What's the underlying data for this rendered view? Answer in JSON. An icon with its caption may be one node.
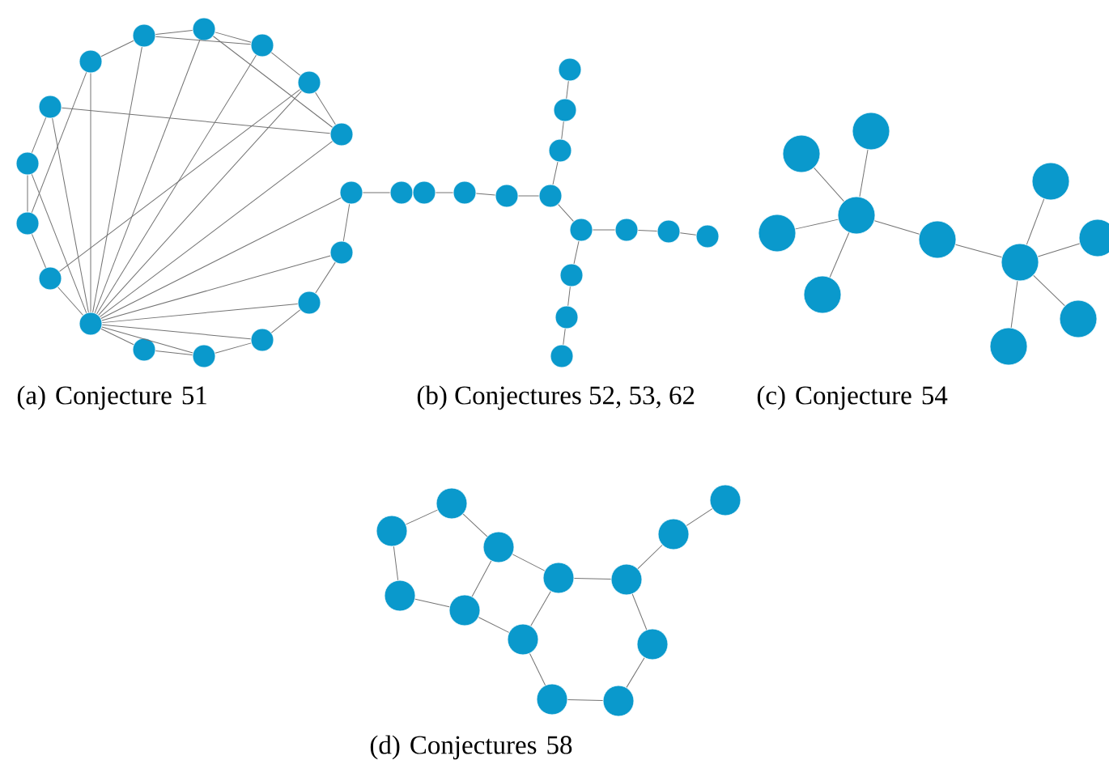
{
  "diagram": {
    "nodes": [
      {
        "text": [],
        "shape": "circle"
      },
      {
        "text": [],
        "shape": "circle"
      },
      {
        "text": [],
        "shape": "circle"
      },
      {
        "text": [],
        "shape": "circle"
      },
      {
        "text": [],
        "shape": "circle"
      },
      {
        "text": [],
        "shape": "circle"
      },
      {
        "text": [],
        "shape": "circle"
      },
      {
        "text": [],
        "shape": "circle"
      },
      {
        "text": [],
        "shape": "circle"
      },
      {
        "text": [],
        "shape": "circle"
      },
      {
        "text": [],
        "shape": "circle"
      },
      {
        "text": [],
        "shape": "circle"
      },
      {
        "text": [],
        "shape": "circle"
      },
      {
        "text": [],
        "shape": "circle"
      },
      {
        "text": [],
        "shape": "circle"
      },
      {
        "text": [],
        "shape": "circle"
      },
      {
        "text": [],
        "shape": "circle"
      },
      {
        "text": [],
        "shape": "circle"
      },
      {
        "text": [],
        "shape": "circle"
      },
      {
        "text": [],
        "shape": "circle"
      },
      {
        "text": [],
        "shape": "circle"
      },
      {
        "text": [],
        "shape": "circle"
      },
      {
        "text": [],
        "shape": "circle"
      },
      {
        "text": [],
        "shape": "circle"
      },
      {
        "text": [],
        "shape": "circle"
      },
      {
        "text": [],
        "shape": "circle"
      },
      {
        "text": [],
        "shape": "circle"
      },
      {
        "text": [],
        "shape": "circle"
      },
      {
        "text": [],
        "shape": "circle"
      },
      {
        "text": [],
        "shape": "circle"
      },
      {
        "text": [],
        "shape": "circle"
      },
      {
        "text": [],
        "shape": "circle"
      },
      {
        "text": [],
        "shape": "circle"
      },
      {
        "text": [],
        "shape": "circle"
      },
      {
        "text": [],
        "shape": "circle"
      },
      {
        "text": [],
        "shape": "circle"
      },
      {
        "text": [],
        "shape": "circle"
      },
      {
        "text": [],
        "shape": "circle"
      },
      {
        "text": [],
        "shape": "circle"
      },
      {
        "text": [],
        "shape": "circle"
      },
      {
        "text": [],
        "shape": "circle"
      },
      {
        "text": [],
        "shape": "circle"
      },
      {
        "text": [],
        "shape": "circle"
      },
      {
        "text": [],
        "shape": "circle"
      },
      {
        "text": [],
        "shape": "circle"
      },
      {
        "text": [],
        "shape": "circle"
      },
      {
        "text": [],
        "shape": "circle"
      },
      {
        "text": [],
        "shape": "circle"
      },
      {
        "text": [],
        "shape": "circle"
      },
      {
        "text": [],
        "shape": "circle"
      },
      {
        "text": [],
        "shape": "circle"
      },
      {
        "text": [],
        "shape": "circle"
      },
      {
        "text": [],
        "shape": "circle"
      },
      {
        "text": [],
        "shape": "circle"
      },
      {
        "text": [],
        "shape": "circle"
      },
      {
        "text": [],
        "shape": "circle"
      }
    ],
    "edges": [
      {
        "from": 16,
        "to": 0,
        "arrow": "none"
      },
      {
        "from": 0,
        "to": 1,
        "arrow": "none"
      },
      {
        "from": 1,
        "to": 2,
        "arrow": "none"
      },
      {
        "from": 0,
        "to": 2,
        "arrow": "none"
      },
      {
        "from": 1,
        "to": 4,
        "arrow": "none"
      },
      {
        "from": 2,
        "to": 3,
        "arrow": "none"
      },
      {
        "from": 3,
        "to": 4,
        "arrow": "none"
      },
      {
        "from": 15,
        "to": 4,
        "arrow": "none"
      },
      {
        "from": 5,
        "to": 6,
        "arrow": "none"
      },
      {
        "from": 6,
        "to": 7,
        "arrow": "none"
      },
      {
        "from": 7,
        "to": 8,
        "arrow": "none"
      },
      {
        "from": 8,
        "to": 9,
        "arrow": "none"
      },
      {
        "from": 9,
        "to": 10,
        "arrow": "none"
      },
      {
        "from": 10,
        "to": 11,
        "arrow": "none"
      },
      {
        "from": 11,
        "to": 12,
        "arrow": "none"
      },
      {
        "from": 12,
        "to": 13,
        "arrow": "none"
      },
      {
        "from": 13,
        "to": 14,
        "arrow": "none"
      },
      {
        "from": 14,
        "to": 15,
        "arrow": "none"
      },
      {
        "from": 12,
        "to": 3,
        "arrow": "none"
      },
      {
        "from": 13,
        "to": 16,
        "arrow": "none"
      },
      {
        "from": 11,
        "to": 16,
        "arrow": "none"
      },
      {
        "from": 11,
        "to": 0,
        "arrow": "none"
      },
      {
        "from": 11,
        "to": 1,
        "arrow": "none"
      },
      {
        "from": 11,
        "to": 2,
        "arrow": "none"
      },
      {
        "from": 11,
        "to": 3,
        "arrow": "none"
      },
      {
        "from": 11,
        "to": 4,
        "arrow": "none"
      },
      {
        "from": 11,
        "to": 5,
        "arrow": "none"
      },
      {
        "from": 11,
        "to": 6,
        "arrow": "none"
      },
      {
        "from": 11,
        "to": 7,
        "arrow": "none"
      },
      {
        "from": 11,
        "to": 8,
        "arrow": "none"
      },
      {
        "from": 11,
        "to": 9,
        "arrow": "none"
      },
      {
        "from": 11,
        "to": 14,
        "arrow": "none"
      },
      {
        "from": 11,
        "to": 15,
        "arrow": "none"
      },
      {
        "from": 5,
        "to": 17,
        "arrow": "none"
      },
      {
        "from": 18,
        "to": 19,
        "arrow": "none"
      },
      {
        "from": 19,
        "to": 20,
        "arrow": "none"
      },
      {
        "from": 20,
        "to": 21,
        "arrow": "none"
      },
      {
        "from": 21,
        "to": 24,
        "arrow": "none"
      },
      {
        "from": 24,
        "to": 23,
        "arrow": "none"
      },
      {
        "from": 23,
        "to": 22,
        "arrow": "none"
      },
      {
        "from": 21,
        "to": 25,
        "arrow": "none"
      },
      {
        "from": 25,
        "to": 26,
        "arrow": "none"
      },
      {
        "from": 26,
        "to": 27,
        "arrow": "none"
      },
      {
        "from": 27,
        "to": 28,
        "arrow": "none"
      },
      {
        "from": 25,
        "to": 29,
        "arrow": "none"
      },
      {
        "from": 29,
        "to": 30,
        "arrow": "none"
      },
      {
        "from": 30,
        "to": 31,
        "arrow": "none"
      },
      {
        "from": 34,
        "to": 32,
        "arrow": "none"
      },
      {
        "from": 34,
        "to": 33,
        "arrow": "none"
      },
      {
        "from": 34,
        "to": 35,
        "arrow": "none"
      },
      {
        "from": 34,
        "to": 36,
        "arrow": "none"
      },
      {
        "from": 34,
        "to": 37,
        "arrow": "none"
      },
      {
        "from": 37,
        "to": 39,
        "arrow": "none"
      },
      {
        "from": 39,
        "to": 38,
        "arrow": "none"
      },
      {
        "from": 39,
        "to": 40,
        "arrow": "none"
      },
      {
        "from": 39,
        "to": 41,
        "arrow": "none"
      },
      {
        "from": 39,
        "to": 42,
        "arrow": "none"
      },
      {
        "from": 43,
        "to": 44,
        "arrow": "none"
      },
      {
        "from": 44,
        "to": 45,
        "arrow": "none"
      },
      {
        "from": 43,
        "to": 50,
        "arrow": "none"
      },
      {
        "from": 50,
        "to": 51,
        "arrow": "none"
      },
      {
        "from": 51,
        "to": 45,
        "arrow": "none"
      },
      {
        "from": 45,
        "to": 46,
        "arrow": "none"
      },
      {
        "from": 51,
        "to": 52,
        "arrow": "none"
      },
      {
        "from": 52,
        "to": 46,
        "arrow": "none"
      },
      {
        "from": 46,
        "to": 47,
        "arrow": "none"
      },
      {
        "from": 47,
        "to": 48,
        "arrow": "none"
      },
      {
        "from": 48,
        "to": 49,
        "arrow": "none"
      },
      {
        "from": 47,
        "to": 53,
        "arrow": "none"
      },
      {
        "from": 53,
        "to": 55,
        "arrow": "none"
      },
      {
        "from": 55,
        "to": 54,
        "arrow": "none"
      },
      {
        "from": 54,
        "to": 52,
        "arrow": "none"
      }
    ],
    "labels": [
      "(a) Conjecture 51",
      "(b) Conjectures 52, 53, 62",
      "(c) Conjecture 54",
      "(d) Conjectures 58"
    ]
  }
}
